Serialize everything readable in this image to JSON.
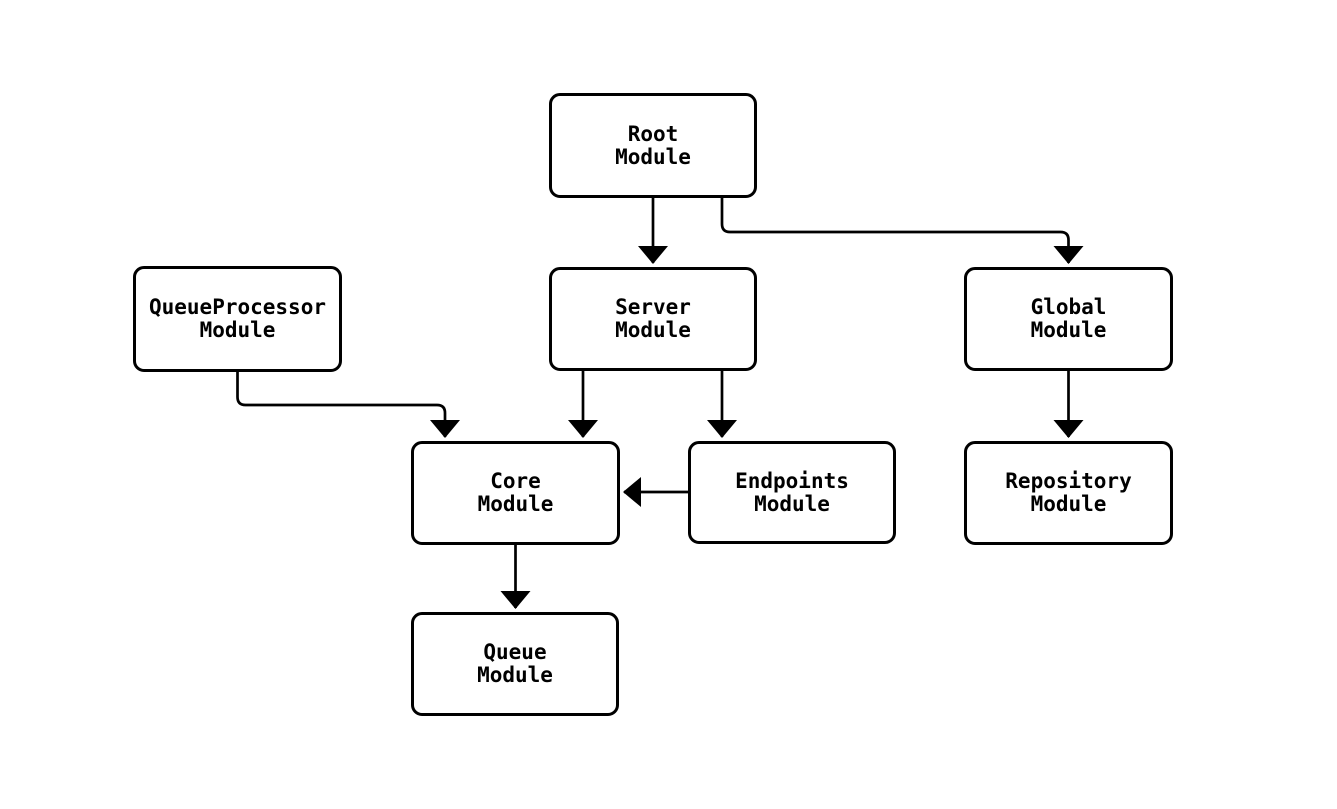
{
  "diagram": {
    "type": "flowchart",
    "direction": "top-down",
    "background_color": "#ffffff",
    "node_fill_color": "#ffffff",
    "node_border_color": "#000000",
    "text_color": "#000000",
    "edge_color": "#000000",
    "nodes": [
      {
        "id": "root",
        "label": "Root\nModule"
      },
      {
        "id": "queueprocessor",
        "label": "QueueProcessor\nModule"
      },
      {
        "id": "server",
        "label": "Server\nModule"
      },
      {
        "id": "global",
        "label": "Global\nModule"
      },
      {
        "id": "core",
        "label": "Core\nModule"
      },
      {
        "id": "endpoints",
        "label": "Endpoints\nModule"
      },
      {
        "id": "repository",
        "label": "Repository\nModule"
      },
      {
        "id": "queue",
        "label": "Queue\nModule"
      }
    ],
    "edges": [
      {
        "from": "root",
        "to": "server"
      },
      {
        "from": "root",
        "to": "global"
      },
      {
        "from": "queueprocessor",
        "to": "core"
      },
      {
        "from": "server",
        "to": "core"
      },
      {
        "from": "server",
        "to": "endpoints"
      },
      {
        "from": "endpoints",
        "to": "core"
      },
      {
        "from": "global",
        "to": "repository"
      },
      {
        "from": "core",
        "to": "queue"
      }
    ]
  }
}
